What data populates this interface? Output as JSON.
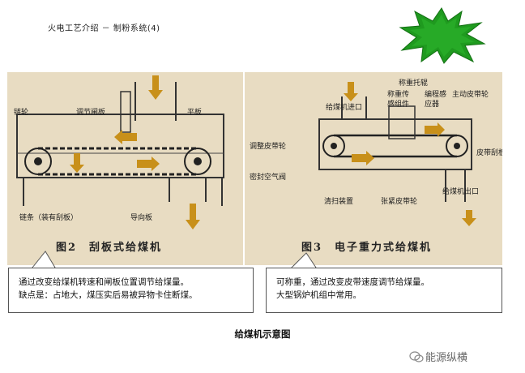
{
  "header": {
    "title": "火电工艺介绍 － 制粉系统(4)"
  },
  "badge": {
    "color": "#1a8a1a",
    "text": ""
  },
  "left_figure": {
    "title": "图2　刮板式给煤机",
    "labels": {
      "gear": "链轮",
      "gate": "调节闸板",
      "plate": "平板",
      "chain": "链条（装有刮板）",
      "guide": "导向板"
    }
  },
  "right_figure": {
    "title": "图3　电子重力式给煤机",
    "labels": {
      "inlet": "给煤机进口",
      "idler": "称重托辊",
      "sensor": "称重传感组件",
      "encoder": "编程感应器",
      "drive": "主动皮带轮",
      "adjust": "调整皮带轮",
      "scraper": "皮带刮板",
      "seal": "密封空气阀",
      "clean": "清扫装置",
      "tension": "张紧皮带轮",
      "outlet": "给煤机出口"
    }
  },
  "callouts": {
    "left": [
      "通过改变给煤机转速和闸板位置调节给煤量。",
      "缺点是：占地大，煤压实后易被异物卡住断煤。"
    ],
    "right": [
      "可称重，通过改变皮带速度调节给煤量。",
      "大型锅炉机组中常用。"
    ]
  },
  "caption": "给煤机示意图",
  "brand": "能源纵横",
  "colors": {
    "arrow": "#c8901a",
    "photo_bg": "#e8dcc2",
    "ink": "#333333"
  }
}
